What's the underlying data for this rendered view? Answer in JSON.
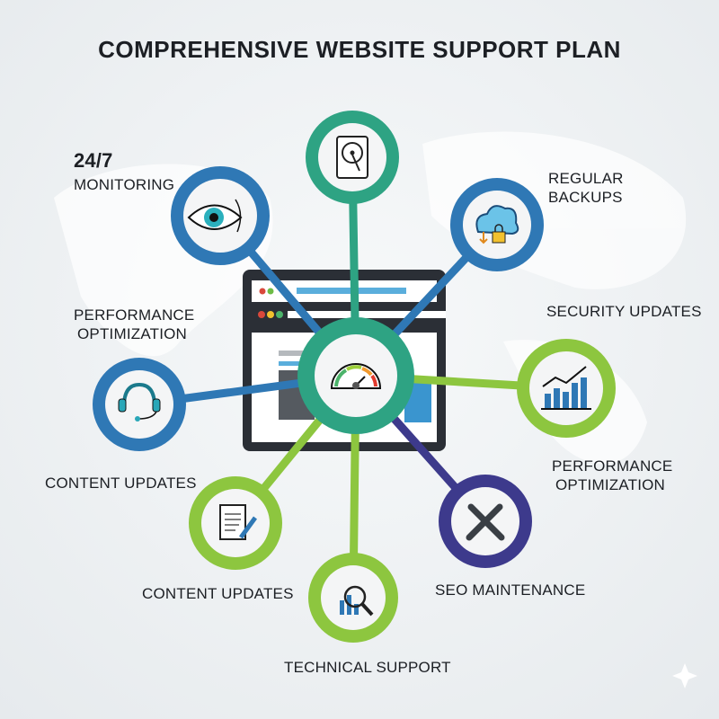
{
  "title": "COMPREHENSIVE WEBSITE SUPPORT PLAN",
  "labels": {
    "monitoring_top": "24/7",
    "monitoring_bottom": "MONITORING",
    "backups_top": "REGULAR",
    "backups_bottom": "BACKUPS",
    "security": "SECURITY UPDATES",
    "perf_left_top": "PERFORMANCE",
    "perf_left_bottom": "OPTIMIZATION",
    "perf_right_top": "PERFORMANCE",
    "perf_right_bottom": "OPTIMIZATION",
    "content_left": "CONTENT UPDATES",
    "content_bottom": "CONTENT UPDATES",
    "seo": "SEO MAINTENANCE",
    "tech": "TECHNICAL SUPPORT"
  },
  "colors": {
    "teal": "#2ea383",
    "blue": "#2f78b5",
    "lime": "#8dc63f",
    "purple": "#3d3a8c",
    "dark": "#2b2f36"
  }
}
